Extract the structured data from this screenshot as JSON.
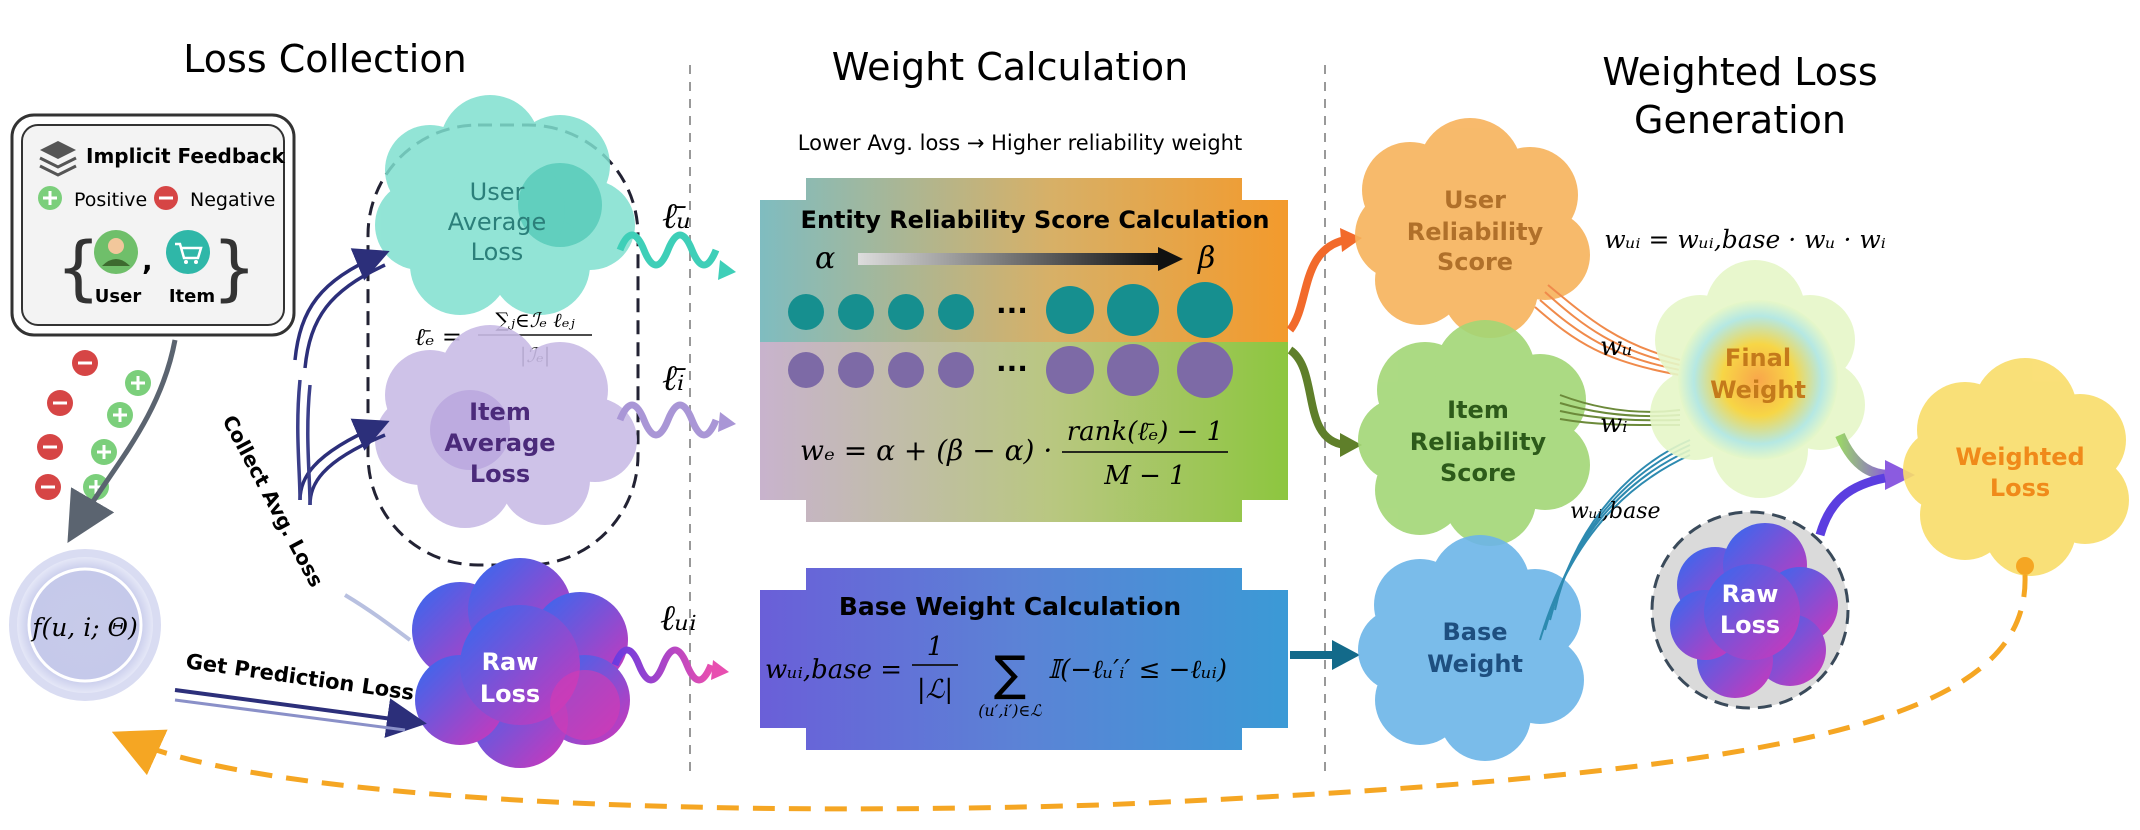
{
  "sections": {
    "loss_collection": "Loss Collection",
    "weight_calculation": "Weight Calculation",
    "weighted_loss_generation_line1": "Weighted Loss",
    "weighted_loss_generation_line2": "Generation"
  },
  "feedback_box": {
    "title": "Implicit Feedback",
    "positive": "Positive",
    "negative": "Negative",
    "user": "User",
    "item": "Item",
    "comma": ","
  },
  "model": {
    "label": "f(u, i; Θ)"
  },
  "clouds": {
    "user_avg_1": "User",
    "user_avg_2": "Average",
    "user_avg_3": "Loss",
    "item_avg_1": "Item",
    "item_avg_2": "Average",
    "item_avg_3": "Loss",
    "raw_1": "Raw",
    "raw_2": "Loss",
    "user_rel_1": "User",
    "user_rel_2": "Reliability",
    "user_rel_3": "Score",
    "item_rel_1": "Item",
    "item_rel_2": "Reliability",
    "item_rel_3": "Score",
    "base_1": "Base",
    "base_2": "Weight",
    "final_1": "Final",
    "final_2": "Weight",
    "raw_right_1": "Raw",
    "raw_right_2": "Loss",
    "weighted_1": "Weighted",
    "weighted_2": "Loss"
  },
  "arrows": {
    "collect_avg_loss": "Collect Avg. Loss",
    "get_prediction_loss": "Get Prediction Loss"
  },
  "symbols": {
    "l_u": "ℓ̄ᵤ",
    "l_i": "ℓ̄ᵢ",
    "l_ui": "ℓᵤᵢ",
    "w_u": "wᵤ",
    "w_i": "wᵢ",
    "w_ui_base": "wᵤᵢ,base",
    "alpha": "α",
    "beta": "β",
    "ellipsis": "···"
  },
  "formulas": {
    "avg_lhs": "ℓ̄ₑ =",
    "avg_num": "∑ⱼ∈ℐₑ ℓₑⱼ",
    "avg_den": "|ℐₑ|",
    "we_lhs": "wₑ = α + (β − α) ·",
    "we_num": "rank(ℓ̄ₑ) − 1",
    "we_den": "M − 1",
    "base_lhs": "wᵤᵢ,base =",
    "base_frac_num": "1",
    "base_frac_den": "|ℒ|",
    "base_sum": "∑",
    "base_sum_sub": "(u′,i′)∈ℒ",
    "base_rhs": "𝕀(−ℓᵤ′ᵢ′ ≤ −ℓᵤᵢ)",
    "final": "wᵤᵢ = wᵤᵢ,base · wᵤ · wᵢ"
  },
  "panels": {
    "reliability_note": "Lower Avg. loss → Higher reliability weight",
    "entity_title": "Entity Reliability Score Calculation",
    "base_title": "Base Weight Calculation"
  },
  "colors": {
    "user_avg": "#3ecfb8",
    "item_avg": "#a996d6",
    "raw": "#7b3fe4",
    "user_rel": "#f6a445",
    "item_rel": "#8cc63f",
    "base_weight": "#4aa3df",
    "final_weight": "#f5c518",
    "weighted_loss": "#f7d046",
    "dashed_feedback": "#f5a623",
    "teal_dot": "#168f8f",
    "purple_dot": "#7d6aa6"
  }
}
